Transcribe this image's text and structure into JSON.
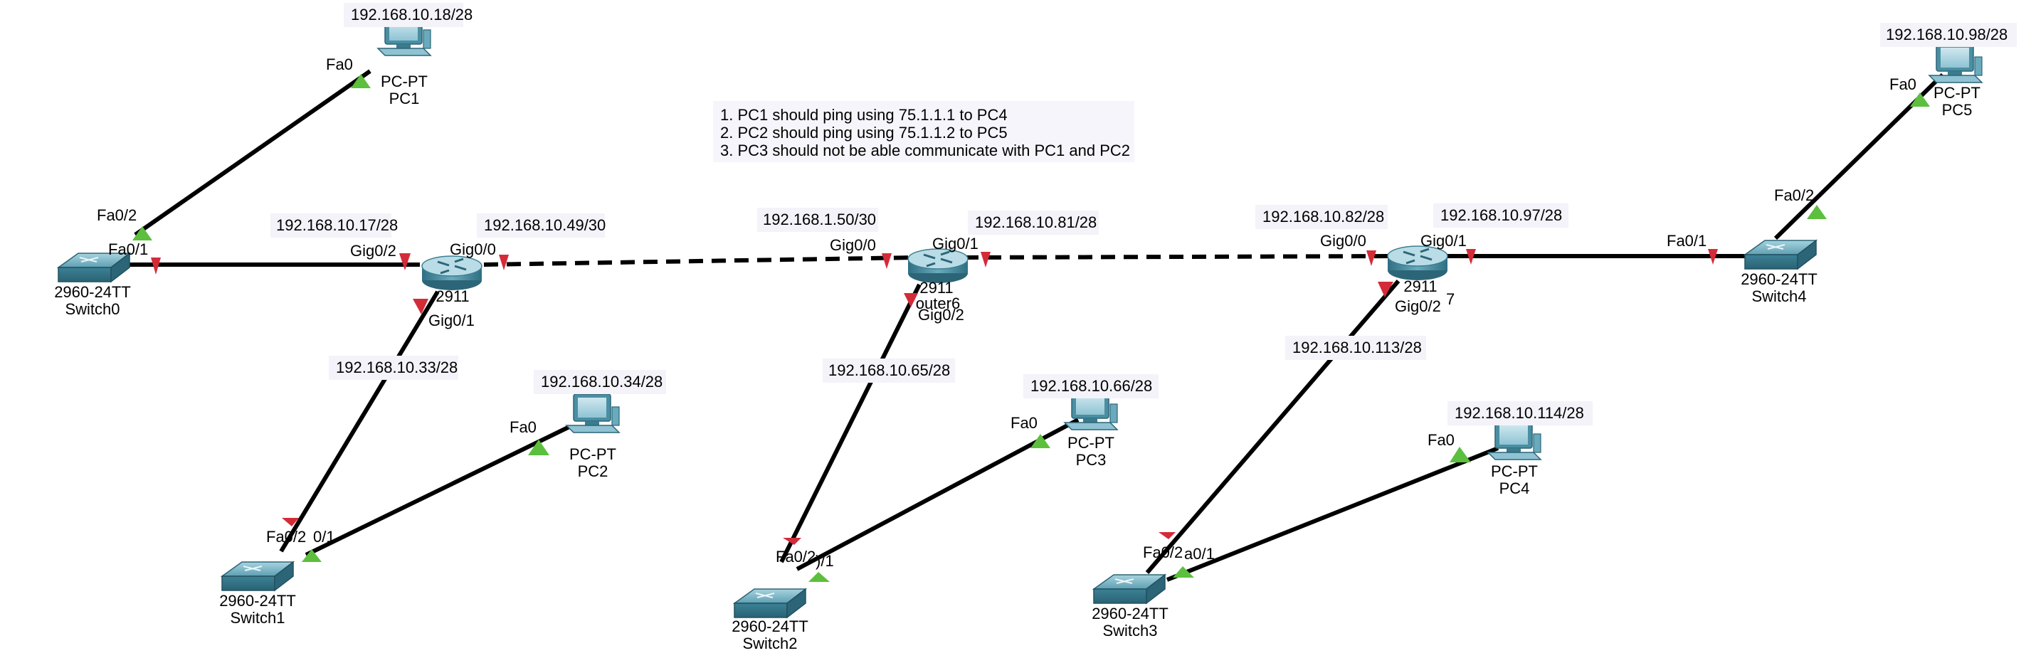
{
  "colors": {
    "link_up": "#5cbf3e",
    "link_down": "#d42b39",
    "device": "#4a8fa3"
  },
  "notes": {
    "line1": "1. PC1 should ping using 75.1.1.1 to PC4",
    "line2": "2. PC2 should ping using 75.1.1.2 to PC5",
    "line3": "3. PC3 should not be able communicate with PC1 and PC2"
  },
  "devices": {
    "pc1": {
      "model": "PC-PT",
      "name": "PC1",
      "ip": "192.168.10.18/28"
    },
    "pc2": {
      "model": "PC-PT",
      "name": "PC2",
      "ip": "192.168.10.34/28"
    },
    "pc3": {
      "model": "PC-PT",
      "name": "PC3",
      "ip": "192.168.10.66/28"
    },
    "pc4": {
      "model": "PC-PT",
      "name": "PC4",
      "ip": "192.168.10.114/28"
    },
    "pc5": {
      "model": "PC-PT",
      "name": "PC5",
      "ip": "192.168.10.98/28"
    },
    "switch0": {
      "model": "2960-24TT",
      "name": "Switch0"
    },
    "switch1": {
      "model": "2960-24TT",
      "name": "Switch1"
    },
    "switch2": {
      "model": "2960-24TT",
      "name": "Switch2"
    },
    "switch3": {
      "model": "2960-24TT",
      "name": "Switch3"
    },
    "switch4": {
      "model": "2960-24TT",
      "name": "Switch4"
    },
    "router_left": {
      "model": "2911",
      "partial_name": ""
    },
    "router_mid": {
      "model": "2911",
      "partial_name": "outer6"
    },
    "router_right": {
      "model": "2911",
      "partial_name": "7"
    }
  },
  "addresses": {
    "r1_g02": "192.168.10.17/28",
    "r1_g00": "192.168.10.49/30",
    "r1_g01": "192.168.10.33/28",
    "r2_g00": "192.168.1.50/30",
    "r2_g01": "192.168.10.81/28",
    "r2_g02": "192.168.10.65/28",
    "r3_g00": "192.168.10.82/28",
    "r3_g01": "192.168.10.97/28",
    "r3_g02": "192.168.10.113/28"
  },
  "ports": {
    "fa0": "Fa0",
    "fa0_2": "Fa0/2",
    "fa0_1": "Fa0/1",
    "gig0_0": "Gig0/0",
    "gig0_1": "Gig0/1",
    "gig0_2": "Gig0/2",
    "sw1_fa01_partial": "0/1",
    "sw2_fa01_partial": ")/1",
    "sw3_fa01_partial": "a0/1"
  },
  "links": [
    {
      "from": "PC1 Fa0",
      "to": "Switch0 Fa0/2",
      "status": "up"
    },
    {
      "from": "Switch0 Fa0/1",
      "to": "Router Gig0/2",
      "status": "down"
    },
    {
      "from": "Router Gig0/0",
      "to": "Router6 Gig0/0",
      "status": "down",
      "style": "dashed"
    },
    {
      "from": "Router Gig0/1",
      "to": "Switch1 Fa0/2",
      "status": "down"
    },
    {
      "from": "PC2 Fa0",
      "to": "Switch1 Fa0/1",
      "status": "up"
    },
    {
      "from": "Router6 Gig0/1",
      "to": "Router7 Gig0/0",
      "status": "down",
      "style": "dashed"
    },
    {
      "from": "Router6 Gig0/2",
      "to": "Switch2 Fa0/2",
      "status": "down"
    },
    {
      "from": "PC3 Fa0",
      "to": "Switch2 Fa0/1",
      "status": "up"
    },
    {
      "from": "Router7 Gig0/1",
      "to": "Switch4 Fa0/1",
      "status": "down"
    },
    {
      "from": "Router7 Gig0/2",
      "to": "Switch3 Fa0/2",
      "status": "down"
    },
    {
      "from": "PC4 Fa0",
      "to": "Switch3 Fa0/1",
      "status": "up"
    },
    {
      "from": "PC5 Fa0",
      "to": "Switch4 Fa0/2",
      "status": "up"
    }
  ]
}
